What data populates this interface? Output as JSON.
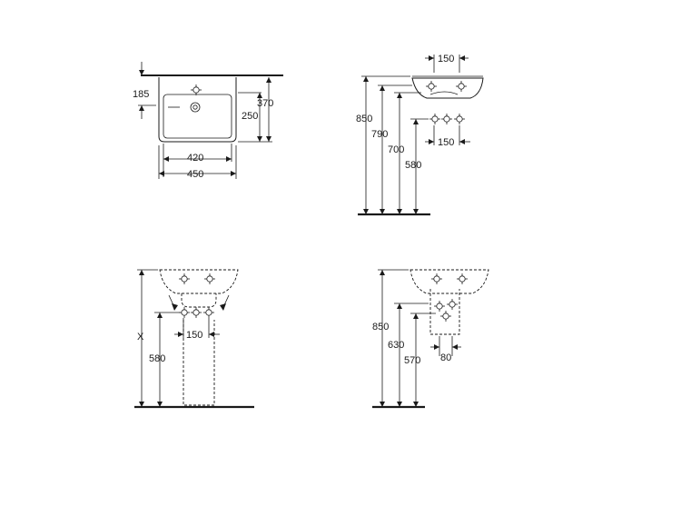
{
  "views": {
    "top": {
      "dims": {
        "d185": "185",
        "d370": "370",
        "d250": "250",
        "d420": "420",
        "d450": "450"
      }
    },
    "side": {
      "dims": {
        "d150_top": "150",
        "d850": "850",
        "d790": "790",
        "d700": "700",
        "d580": "580",
        "d150_conn": "150"
      }
    },
    "front_pedestal": {
      "dims": {
        "dx": "X",
        "d150": "150",
        "d580": "580"
      }
    },
    "side_semi_pedestal": {
      "dims": {
        "d850": "850",
        "d630": "630",
        "d570": "570",
        "d80": "80"
      }
    }
  },
  "colors": {
    "line": "#1a1a1a",
    "background": "#ffffff"
  }
}
